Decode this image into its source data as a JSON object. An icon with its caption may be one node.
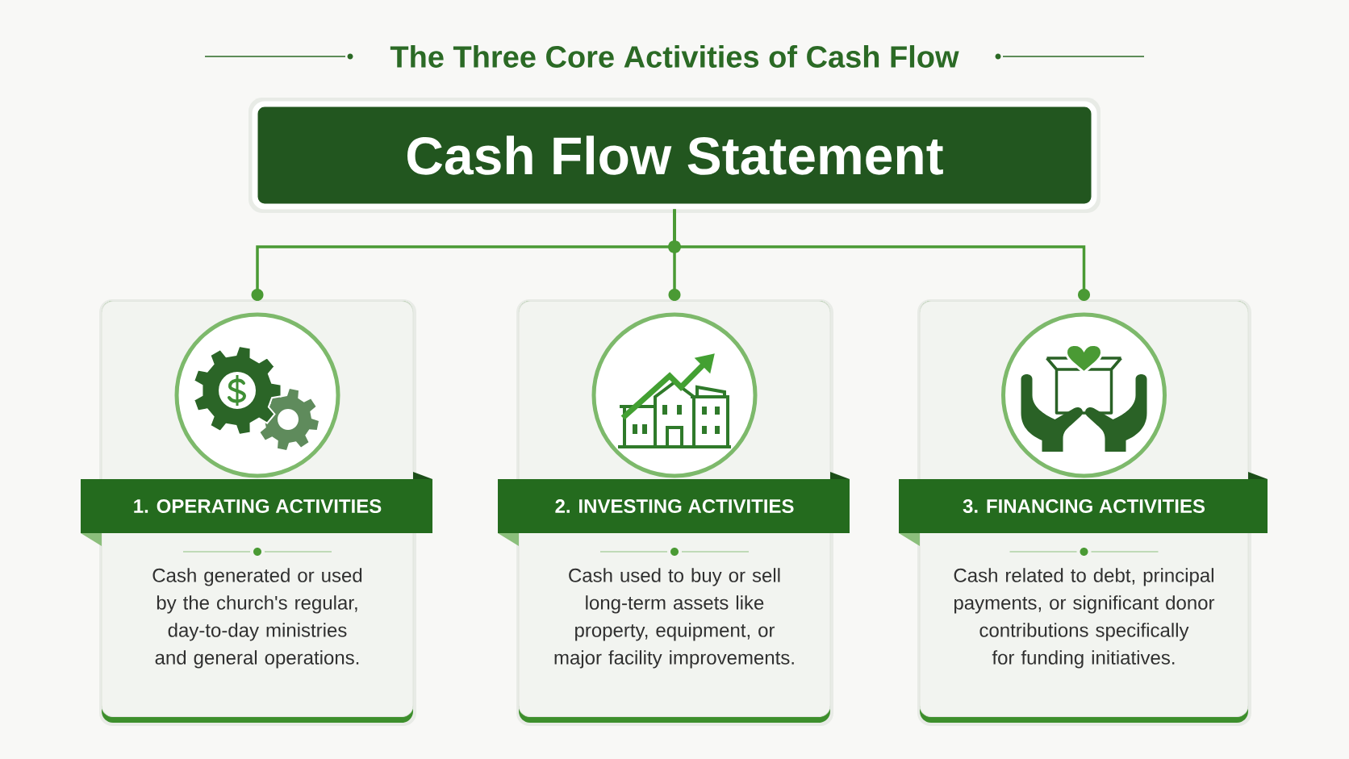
{
  "diagram": {
    "title": "The Three Core Activities of Cash Flow",
    "nodes": [
      {
        "text": [
          "Cash Flow Statement"
        ]
      },
      {
        "text": [
          "1. OPERATING ACTIVITIES",
          "Cash generated or used by the church's regular, day-to-day ministries and general operations."
        ]
      },
      {
        "text": [
          "2. INVESTING ACTIVITIES",
          "Cash used to buy or sell long-term assets like property, equipment, or major facility improvements."
        ]
      },
      {
        "text": [
          "3. FINANCING ACTIVITIES",
          "Cash related to debt, principal payments, or significant donor contributions specifically for funding initiatives."
        ]
      }
    ],
    "edges": [
      {
        "from": 0,
        "to": 1,
        "arrow": "other"
      },
      {
        "from": 0,
        "to": 2,
        "arrow": "other"
      },
      {
        "from": 0,
        "to": 3,
        "arrow": "other"
      }
    ]
  }
}
